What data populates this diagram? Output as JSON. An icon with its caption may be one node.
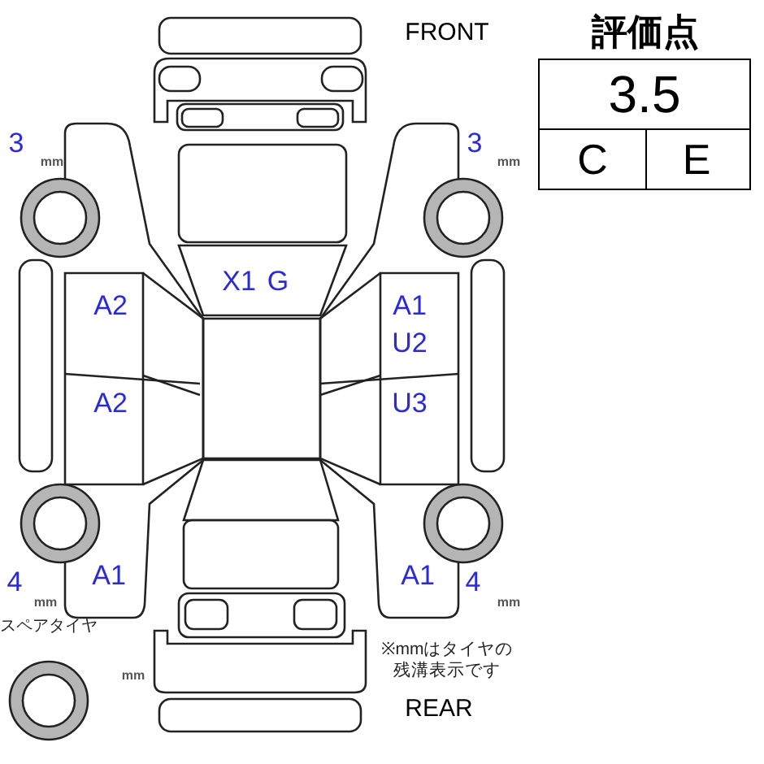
{
  "diagram": {
    "labels": [
      "FRONT",
      "評価点",
      "3.5",
      "C",
      "E",
      "3",
      "mm",
      "3",
      "mm",
      "X1",
      "G",
      "A2",
      "A1",
      "U2",
      "A2",
      "U3",
      "4",
      "A1",
      "A1",
      "4",
      "mm",
      "mm",
      "スペアタイヤ",
      "mm",
      "※mmはタイヤの残溝表示です",
      "REAR"
    ]
  }
}
